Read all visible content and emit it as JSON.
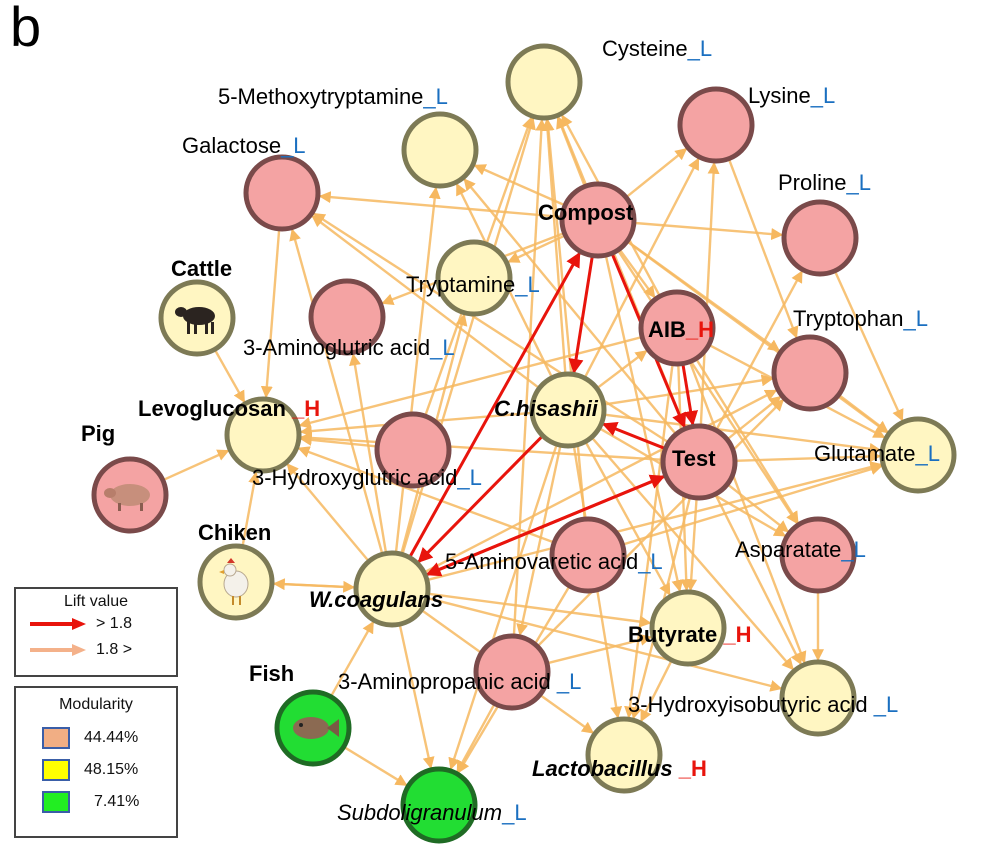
{
  "panel_label": "b",
  "colors": {
    "red_fill": "#f4a3a3",
    "red_stroke": "#7a4a4a",
    "yellow_fill": "#fff6c2",
    "yellow_stroke": "#7d7a55",
    "green_fill": "#22dd33",
    "green_stroke": "#1f6b24",
    "edge_high": "#e8140c",
    "edge_low": "#f6b860",
    "suffix_L": "#1a6fc0",
    "suffix_H": "#e8140c"
  },
  "nodes": [
    {
      "id": "cysteine",
      "label": "Cysteine",
      "suffix": "_L",
      "suffix_type": "L",
      "group": "yellow",
      "bold": false,
      "italic": false
    },
    {
      "id": "methoxytryptamine",
      "label": "5-Methoxytryptamine",
      "suffix": "_L",
      "suffix_type": "L",
      "group": "yellow",
      "bold": false,
      "italic": false
    },
    {
      "id": "lysine",
      "label": "Lysine",
      "suffix": "_L",
      "suffix_type": "L",
      "group": "red",
      "bold": false,
      "italic": false
    },
    {
      "id": "galactose",
      "label": "Galactose",
      "suffix": "_L",
      "suffix_type": "L",
      "group": "red",
      "bold": false,
      "italic": false
    },
    {
      "id": "compost",
      "label": "Compost",
      "suffix": "",
      "suffix_type": "",
      "group": "red",
      "bold": true,
      "italic": false
    },
    {
      "id": "proline",
      "label": "Proline",
      "suffix": "_L",
      "suffix_type": "L",
      "group": "red",
      "bold": false,
      "italic": false
    },
    {
      "id": "cattle",
      "label": "Cattle",
      "suffix": "",
      "suffix_type": "",
      "group": "yellow",
      "bold": true,
      "italic": false,
      "icon": "cow-icon"
    },
    {
      "id": "tryptamine",
      "label": "Tryptamine",
      "suffix": "_L",
      "suffix_type": "L",
      "group": "yellow",
      "bold": false,
      "italic": false
    },
    {
      "id": "aminoglutric",
      "label": "3-Aminoglutric acid",
      "suffix": "_L",
      "suffix_type": "L",
      "group": "red",
      "bold": false,
      "italic": false
    },
    {
      "id": "aib",
      "label": "AIB",
      "suffix": "_H",
      "suffix_type": "H",
      "group": "red",
      "bold": true,
      "italic": false
    },
    {
      "id": "tryptophan",
      "label": "Tryptophan",
      "suffix": "_L",
      "suffix_type": "L",
      "group": "red",
      "bold": false,
      "italic": false
    },
    {
      "id": "levoglucosan",
      "label": "Levoglucosan ",
      "suffix": "_H",
      "suffix_type": "H",
      "group": "yellow",
      "bold": true,
      "italic": false
    },
    {
      "id": "chisashii",
      "label": "C.hisashii",
      "suffix": "",
      "suffix_type": "",
      "group": "yellow",
      "bold": true,
      "italic": true
    },
    {
      "id": "pig",
      "label": "Pig",
      "suffix": "",
      "suffix_type": "",
      "group": "red",
      "bold": true,
      "italic": false,
      "icon": "pig-icon"
    },
    {
      "id": "hydroxyglutric",
      "label": "3-Hydroxyglutric acid",
      "suffix": "_L",
      "suffix_type": "L",
      "group": "red",
      "bold": false,
      "italic": false
    },
    {
      "id": "test",
      "label": "Test",
      "suffix": "",
      "suffix_type": "",
      "group": "red",
      "bold": true,
      "italic": false
    },
    {
      "id": "glutamate",
      "label": "Glutamate",
      "suffix": "_L",
      "suffix_type": "L",
      "group": "yellow",
      "bold": false,
      "italic": false
    },
    {
      "id": "chiken",
      "label": "Chiken",
      "suffix": "",
      "suffix_type": "",
      "group": "yellow",
      "bold": true,
      "italic": false,
      "icon": "chicken-icon"
    },
    {
      "id": "aminovaretic",
      "label": "5-Aminovaretic acid",
      "suffix": "_L",
      "suffix_type": "L",
      "group": "red",
      "bold": false,
      "italic": false
    },
    {
      "id": "asparatate",
      "label": "Asparatate",
      "suffix": "_L",
      "suffix_type": "L",
      "group": "red",
      "bold": false,
      "italic": false
    },
    {
      "id": "wcoagulans",
      "label": "W.coagulans",
      "suffix": "",
      "suffix_type": "",
      "group": "yellow",
      "bold": true,
      "italic": true
    },
    {
      "id": "butyrate",
      "label": "Butyrate ",
      "suffix": "_H",
      "suffix_type": "H",
      "group": "yellow",
      "bold": true,
      "italic": false
    },
    {
      "id": "fish",
      "label": "Fish",
      "suffix": "",
      "suffix_type": "",
      "group": "green",
      "bold": true,
      "italic": false,
      "icon": "fish-icon"
    },
    {
      "id": "aminopropanic",
      "label": "3-Aminopropanic acid ",
      "suffix": "_L",
      "suffix_type": "L",
      "group": "red",
      "bold": false,
      "italic": false
    },
    {
      "id": "hydroxyisobutyric",
      "label": "3-Hydroxyisobutyric acid ",
      "suffix": "_L",
      "suffix_type": "L",
      "group": "yellow",
      "bold": false,
      "italic": false
    },
    {
      "id": "lactobacillus",
      "label": "Lactobacillus ",
      "suffix": "_H",
      "suffix_type": "H",
      "group": "yellow",
      "bold": true,
      "italic": true
    },
    {
      "id": "subdoligranulum",
      "label": "Subdoligranulum",
      "suffix": "_L",
      "suffix_type": "L",
      "group": "green",
      "bold": false,
      "italic": true
    }
  ],
  "edges": [
    {
      "from": "compost",
      "to": "test",
      "type": "high"
    },
    {
      "from": "compost",
      "to": "chisashii",
      "type": "high"
    },
    {
      "from": "test",
      "to": "chisashii",
      "type": "high"
    },
    {
      "from": "aib",
      "to": "test",
      "type": "high"
    },
    {
      "from": "wcoagulans",
      "to": "compost",
      "type": "high"
    },
    {
      "from": "wcoagulans",
      "to": "test",
      "type": "high"
    },
    {
      "from": "chisashii",
      "to": "wcoagulans",
      "type": "high"
    },
    {
      "from": "test",
      "to": "wcoagulans",
      "type": "high"
    },
    {
      "from": "cattle",
      "to": "levoglucosan",
      "type": "low"
    },
    {
      "from": "pig",
      "to": "levoglucosan",
      "type": "low"
    },
    {
      "from": "chiken",
      "to": "levoglucosan",
      "type": "low"
    },
    {
      "from": "chiken",
      "to": "wcoagulans",
      "type": "low"
    },
    {
      "from": "wcoagulans",
      "to": "chiken",
      "type": "low"
    },
    {
      "from": "fish",
      "to": "wcoagulans",
      "type": "low"
    },
    {
      "from": "fish",
      "to": "subdoligranulum",
      "type": "low"
    },
    {
      "from": "compost",
      "to": "galactose",
      "type": "low"
    },
    {
      "from": "compost",
      "to": "methoxytryptamine",
      "type": "low"
    },
    {
      "from": "compost",
      "to": "cysteine",
      "type": "low"
    },
    {
      "from": "compost",
      "to": "lysine",
      "type": "low"
    },
    {
      "from": "compost",
      "to": "proline",
      "type": "low"
    },
    {
      "from": "compost",
      "to": "tryptophan",
      "type": "low"
    },
    {
      "from": "compost",
      "to": "glutamate",
      "type": "low"
    },
    {
      "from": "compost",
      "to": "asparatate",
      "type": "low"
    },
    {
      "from": "compost",
      "to": "butyrate",
      "type": "low"
    },
    {
      "from": "compost",
      "to": "aib",
      "type": "low"
    },
    {
      "from": "compost",
      "to": "tryptamine",
      "type": "low"
    },
    {
      "from": "compost",
      "to": "aminoglutric",
      "type": "low"
    },
    {
      "from": "test",
      "to": "cysteine",
      "type": "low"
    },
    {
      "from": "test",
      "to": "lysine",
      "type": "low"
    },
    {
      "from": "test",
      "to": "proline",
      "type": "low"
    },
    {
      "from": "test",
      "to": "tryptophan",
      "type": "low"
    },
    {
      "from": "test",
      "to": "glutamate",
      "type": "low"
    },
    {
      "from": "test",
      "to": "asparatate",
      "type": "low"
    },
    {
      "from": "test",
      "to": "butyrate",
      "type": "low"
    },
    {
      "from": "test",
      "to": "hydroxyisobutyric",
      "type": "low"
    },
    {
      "from": "test",
      "to": "lactobacillus",
      "type": "low"
    },
    {
      "from": "test",
      "to": "levoglucosan",
      "type": "low"
    },
    {
      "from": "test",
      "to": "methoxytryptamine",
      "type": "low"
    },
    {
      "from": "test",
      "to": "galactose",
      "type": "low"
    },
    {
      "from": "chisashii",
      "to": "cysteine",
      "type": "low"
    },
    {
      "from": "chisashii",
      "to": "methoxytryptamine",
      "type": "low"
    },
    {
      "from": "chisashii",
      "to": "lysine",
      "type": "low"
    },
    {
      "from": "chisashii",
      "to": "galactose",
      "type": "low"
    },
    {
      "from": "chisashii",
      "to": "levoglucosan",
      "type": "low"
    },
    {
      "from": "chisashii",
      "to": "tryptophan",
      "type": "low"
    },
    {
      "from": "chisashii",
      "to": "glutamate",
      "type": "low"
    },
    {
      "from": "chisashii",
      "to": "asparatate",
      "type": "low"
    },
    {
      "from": "chisashii",
      "to": "hydroxyisobutyric",
      "type": "low"
    },
    {
      "from": "chisashii",
      "to": "butyrate",
      "type": "low"
    },
    {
      "from": "chisashii",
      "to": "lactobacillus",
      "type": "low"
    },
    {
      "from": "chisashii",
      "to": "subdoligranulum",
      "type": "low"
    },
    {
      "from": "chisashii",
      "to": "aminopropanic",
      "type": "low"
    },
    {
      "from": "chisashii",
      "to": "aib",
      "type": "low"
    },
    {
      "from": "wcoagulans",
      "to": "galactose",
      "type": "low"
    },
    {
      "from": "wcoagulans",
      "to": "methoxytryptamine",
      "type": "low"
    },
    {
      "from": "wcoagulans",
      "to": "cysteine",
      "type": "low"
    },
    {
      "from": "wcoagulans",
      "to": "tryptamine",
      "type": "low"
    },
    {
      "from": "wcoagulans",
      "to": "aminoglutric",
      "type": "low"
    },
    {
      "from": "wcoagulans",
      "to": "levoglucosan",
      "type": "low"
    },
    {
      "from": "wcoagulans",
      "to": "butyrate",
      "type": "low"
    },
    {
      "from": "wcoagulans",
      "to": "hydroxyisobutyric",
      "type": "low"
    },
    {
      "from": "wcoagulans",
      "to": "lactobacillus",
      "type": "low"
    },
    {
      "from": "wcoagulans",
      "to": "subdoligranulum",
      "type": "low"
    },
    {
      "from": "wcoagulans",
      "to": "glutamate",
      "type": "low"
    },
    {
      "from": "wcoagulans",
      "to": "tryptophan",
      "type": "low"
    },
    {
      "from": "aib",
      "to": "butyrate",
      "type": "low"
    },
    {
      "from": "aib",
      "to": "asparatate",
      "type": "low"
    },
    {
      "from": "aib",
      "to": "hydroxyisobutyric",
      "type": "low"
    },
    {
      "from": "aib",
      "to": "lactobacillus",
      "type": "low"
    },
    {
      "from": "aib",
      "to": "glutamate",
      "type": "low"
    },
    {
      "from": "aib",
      "to": "levoglucosan",
      "type": "low"
    },
    {
      "from": "aib",
      "to": "cysteine",
      "type": "low"
    },
    {
      "from": "hydroxyglutric",
      "to": "cysteine",
      "type": "low"
    },
    {
      "from": "hydroxyglutric",
      "to": "levoglucosan",
      "type": "low"
    },
    {
      "from": "aminovaretic",
      "to": "cysteine",
      "type": "low"
    },
    {
      "from": "aminovaretic",
      "to": "glutamate",
      "type": "low"
    },
    {
      "from": "aminovaretic",
      "to": "levoglucosan",
      "type": "low"
    },
    {
      "from": "aminovaretic",
      "to": "subdoligranulum",
      "type": "low"
    },
    {
      "from": "aminopropanic",
      "to": "cysteine",
      "type": "low"
    },
    {
      "from": "aminopropanic",
      "to": "tryptophan",
      "type": "low"
    },
    {
      "from": "aminopropanic",
      "to": "butyrate",
      "type": "low"
    },
    {
      "from": "aminopropanic",
      "to": "subdoligranulum",
      "type": "low"
    },
    {
      "from": "tryptophan",
      "to": "glutamate",
      "type": "low"
    },
    {
      "from": "proline",
      "to": "glutamate",
      "type": "low"
    },
    {
      "from": "lysine",
      "to": "tryptophan",
      "type": "low"
    },
    {
      "from": "asparatate",
      "to": "hydroxyisobutyric",
      "type": "low"
    },
    {
      "from": "butyrate",
      "to": "lactobacillus",
      "type": "low"
    },
    {
      "from": "galactose",
      "to": "levoglucosan",
      "type": "low"
    }
  ],
  "legend_lift": {
    "title": "Lift value",
    "items": [
      {
        "label": "> 1.8",
        "type": "high"
      },
      {
        "label": "1.8 >",
        "type": "low"
      }
    ]
  },
  "legend_modularity": {
    "title": "Modularity",
    "items": [
      {
        "label": "44.44%",
        "color": "#f1ae84"
      },
      {
        "label": "48.15%",
        "color": "#ffff00"
      },
      {
        "label": "7.41%",
        "color": "#22ee22"
      }
    ]
  }
}
